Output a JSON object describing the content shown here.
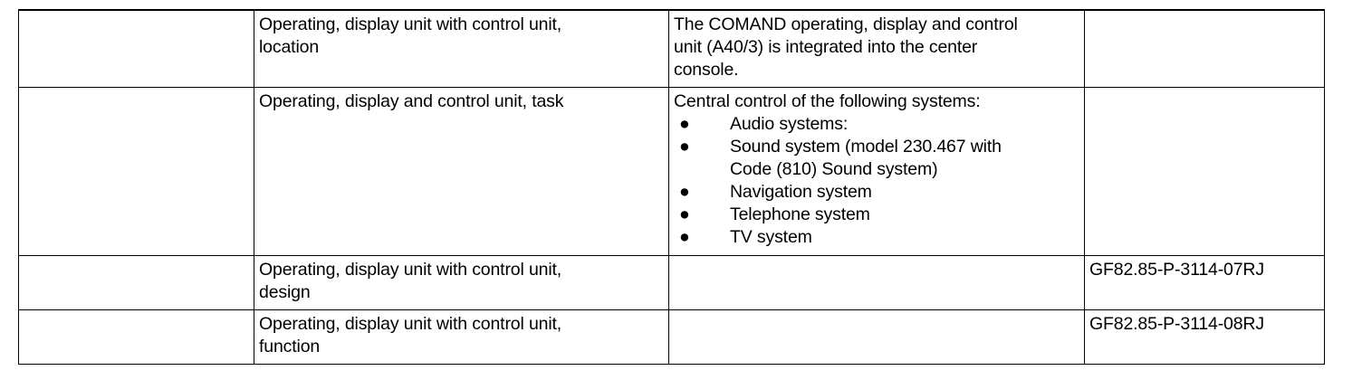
{
  "document": {
    "type": "specification-table",
    "columns": 4,
    "rows": 4,
    "text_color": "#000000",
    "background_color": "#ffffff",
    "border_color": "#000000"
  },
  "table": {
    "rows": [
      {
        "id": "row-location",
        "reference": "",
        "topic": "Operating, display unit with control unit,\nlocation",
        "description": "The COMAND operating, display and control\nunit (A40/3) is integrated into the center\nconsole.",
        "code": ""
      },
      {
        "id": "row-task",
        "reference": "",
        "topic": "Operating, display and control unit, task",
        "description_lead": "Central control of the following systems:",
        "bullets": [
          {
            "text": "Audio systems:",
            "continuation": ""
          },
          {
            "text": "Sound system (model 230.467 with",
            "continuation": "Code (810) Sound system)"
          },
          {
            "text": "Navigation system",
            "continuation": ""
          },
          {
            "text": "Telephone system",
            "continuation": ""
          },
          {
            "text": "TV system",
            "continuation": ""
          }
        ],
        "bullet_glyph": "●",
        "code": ""
      },
      {
        "id": "row-design",
        "reference": "",
        "topic": "Operating, display unit with control unit,\ndesign",
        "description": "",
        "code": "GF82.85-P-3114-07RJ"
      },
      {
        "id": "row-function",
        "reference": "",
        "topic": "Operating, display unit with control unit,\nfunction",
        "description": "",
        "code": "GF82.85-P-3114-08RJ"
      }
    ]
  }
}
